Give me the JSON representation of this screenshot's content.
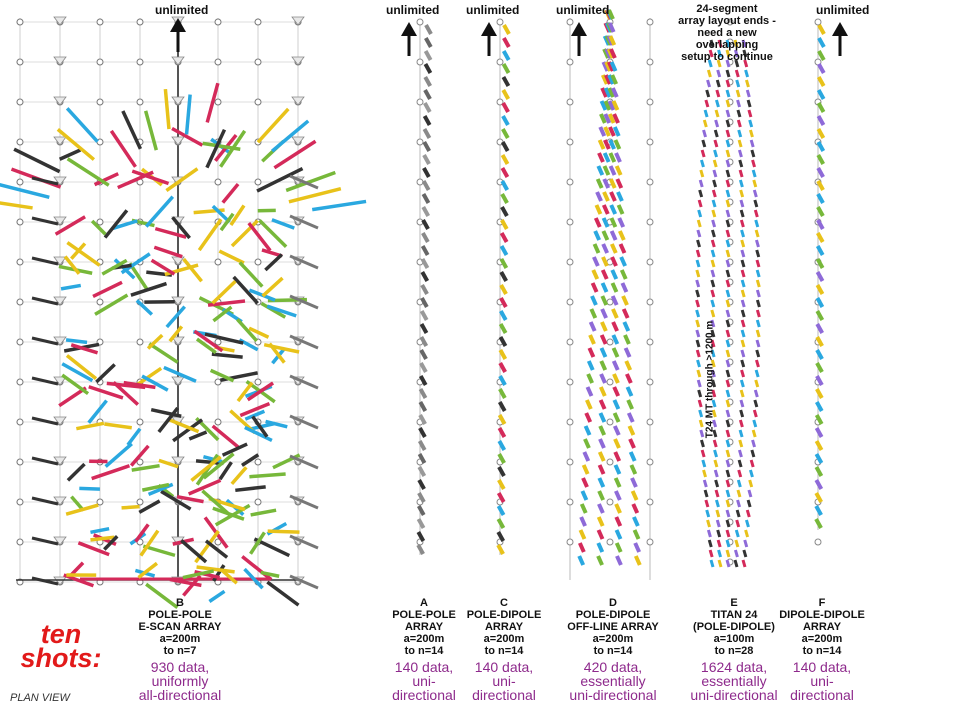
{
  "header": {
    "unlimited": "unlimited",
    "note": "24-segment\narray layout ends -\nneed a new\noverlapping\nsetup to continue",
    "vertical_note": "T24 MT through >1200 m"
  },
  "station_label": "B",
  "arrays": [
    {
      "id": "B",
      "name": "POLE-POLE\nE-SCAN ARRAY",
      "params": "a=200m\nto n=7",
      "count": "930 data,\nuniformly\nall-directional"
    },
    {
      "id": "A",
      "name": "POLE-POLE\nARRAY",
      "params": "a=200m\nto n=14",
      "count": "140 data,\nuni-\ndirectional"
    },
    {
      "id": "C",
      "name": "POLE-DIPOLE\nARRAY",
      "params": "a=200m\nto n=14",
      "count": "140 data,\nuni-\ndirectional"
    },
    {
      "id": "D",
      "name": "POLE-DIPOLE\nOFF-LINE ARRAY",
      "params": "a=200m\nto n=14",
      "count": "420 data,\nessentially\nuni-directional"
    },
    {
      "id": "E",
      "name": "TITAN 24\n(POLE-DIPOLE)",
      "params": "a=100m\nto n=28",
      "count": "1624 data,\nessentially\nuni-directional"
    },
    {
      "id": "F",
      "name": "DIPOLE-DIPOLE\nARRAY",
      "params": "a=200m\nto n=14",
      "count": "140 data,\nuni-\ndirectional"
    }
  ],
  "footer": {
    "shots": "ten\nshots:",
    "view": "PLAN VIEW"
  },
  "colors": {
    "accent_red": "#e21a1a",
    "count_purple": "#8e2a8c",
    "segments": [
      "#e8c21a",
      "#2aa8e0",
      "#d42a5a",
      "#333333",
      "#77b83a",
      "#8a8a8a",
      "#8e6ad8"
    ]
  }
}
